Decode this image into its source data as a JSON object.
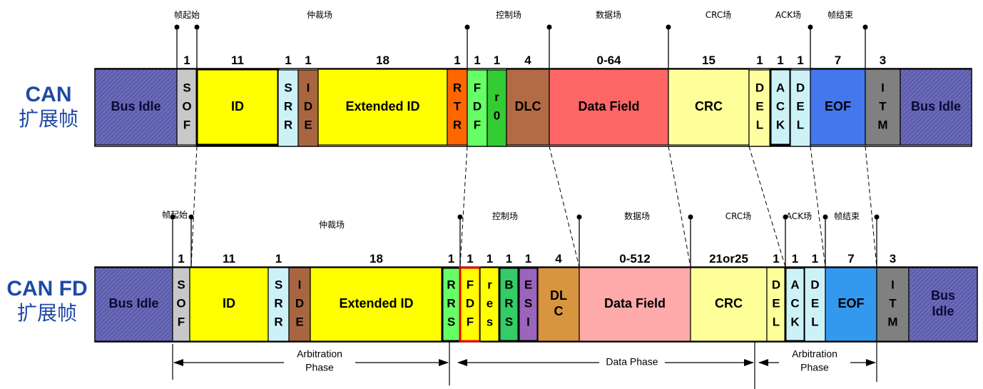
{
  "colors": {
    "bus_idle": "#6a6ab8",
    "sof": "#c8c8c8",
    "id": "#ffff00",
    "srr": "#ccf2f8",
    "ide": "#a86640",
    "ext_id": "#ffff00",
    "rtr": "#ff6600",
    "fdf": "#66ff66",
    "r0": "#33cc33",
    "dlc": "#b36b45",
    "data": "#ff6666",
    "crc": "#ffff99",
    "del": "#ffffa0",
    "ack": "#ccf2f8",
    "eof": "#4477ee",
    "itm": "#808080",
    "fd_rrs": "#66ff66",
    "fd_fdf": "#ffff00",
    "fd_brs": "#33cc66",
    "fd_esi": "#9966bb",
    "fd_dlc": "#d99440",
    "fd_data": "#ffaaaa",
    "fd_del": "#ffff99",
    "fd_eof": "#3399ee",
    "highlight": "#ee0000",
    "label": "#1f4aa6"
  },
  "can": {
    "label_en": "CAN",
    "label_cn": "扩展帧",
    "fields": [
      {
        "id": "bus-idle-left",
        "label": "Bus Idle",
        "bits": "",
        "color": "bus_idle"
      },
      {
        "id": "sof",
        "label": "SOF",
        "bits": "1",
        "color": "sof",
        "vertical": true
      },
      {
        "id": "id",
        "label": "ID",
        "bits": "11",
        "color": "id"
      },
      {
        "id": "srr",
        "label": "SRR",
        "bits": "1",
        "color": "srr",
        "vertical": true
      },
      {
        "id": "ide",
        "label": "IDE",
        "bits": "1",
        "color": "ide",
        "vertical": true
      },
      {
        "id": "extended-id",
        "label": "Extended ID",
        "bits": "18",
        "color": "ext_id"
      },
      {
        "id": "rtr",
        "label": "RTR",
        "bits": "1",
        "color": "rtr",
        "vertical": true
      },
      {
        "id": "fdf",
        "label": "FDF",
        "bits": "1",
        "color": "fdf",
        "vertical": true
      },
      {
        "id": "r0",
        "label": "r0",
        "bits": "1",
        "color": "r0",
        "vertical": true
      },
      {
        "id": "dlc",
        "label": "DLC",
        "bits": "4",
        "color": "dlc"
      },
      {
        "id": "data-field",
        "label": "Data Field",
        "bits": "0-64",
        "color": "data"
      },
      {
        "id": "crc",
        "label": "CRC",
        "bits": "15",
        "color": "crc"
      },
      {
        "id": "crc-del",
        "label": "DEL",
        "bits": "1",
        "color": "del",
        "vertical": true
      },
      {
        "id": "ack",
        "label": "ACK",
        "bits": "1",
        "color": "ack",
        "vertical": true
      },
      {
        "id": "ack-del",
        "label": "DEL",
        "bits": "1",
        "color": "ack",
        "vertical": true
      },
      {
        "id": "eof",
        "label": "EOF",
        "bits": "7",
        "color": "eof"
      },
      {
        "id": "itm",
        "label": "ITM",
        "bits": "3",
        "color": "itm",
        "vertical": true
      },
      {
        "id": "bus-idle-right",
        "label": "Bus Idle",
        "bits": "",
        "color": "bus_idle"
      }
    ],
    "segments": [
      "帧起始",
      "仲裁场",
      "控制场",
      "数据场",
      "CRC场",
      "ACK场",
      "帧结束"
    ]
  },
  "canfd": {
    "label_en": "CAN FD",
    "label_cn": "扩展帧",
    "fields": [
      {
        "id": "bus-idle-left",
        "label": "Bus Idle",
        "bits": "",
        "color": "bus_idle"
      },
      {
        "id": "sof",
        "label": "SOF",
        "bits": "1",
        "color": "sof",
        "vertical": true
      },
      {
        "id": "id",
        "label": "ID",
        "bits": "11",
        "color": "id"
      },
      {
        "id": "srr",
        "label": "SRR",
        "bits": "1",
        "color": "srr",
        "vertical": true
      },
      {
        "id": "ide",
        "label": "IDE",
        "bits": "",
        "color": "ide",
        "vertical": true
      },
      {
        "id": "extended-id",
        "label": "Extended ID",
        "bits": "18",
        "color": "ext_id"
      },
      {
        "id": "rrs",
        "label": "RRS",
        "bits": "1",
        "color": "fd_rrs",
        "vertical": true
      },
      {
        "id": "fdf",
        "label": "FDF",
        "bits": "1",
        "color": "fd_fdf",
        "vertical": true
      },
      {
        "id": "res",
        "label": "res",
        "bits": "1",
        "color": "fd_fdf",
        "vertical": true
      },
      {
        "id": "brs",
        "label": "BRS",
        "bits": "1",
        "color": "fd_brs",
        "vertical": true
      },
      {
        "id": "esi",
        "label": "ESI",
        "bits": "1",
        "color": "fd_esi",
        "vertical": true
      },
      {
        "id": "dlc",
        "label": "DLC",
        "bits": "4",
        "color": "fd_dlc"
      },
      {
        "id": "data-field",
        "label": "Data Field",
        "bits": "0-512",
        "color": "fd_data"
      },
      {
        "id": "crc",
        "label": "CRC",
        "bits": "21or25",
        "color": "crc"
      },
      {
        "id": "crc-del",
        "label": "DEL",
        "bits": "1",
        "color": "fd_del",
        "vertical": true
      },
      {
        "id": "ack",
        "label": "ACK",
        "bits": "1",
        "color": "ack",
        "vertical": true
      },
      {
        "id": "ack-del",
        "label": "DEL",
        "bits": "1",
        "color": "ack",
        "vertical": true
      },
      {
        "id": "eof",
        "label": "EOF",
        "bits": "7",
        "color": "fd_eof"
      },
      {
        "id": "itm",
        "label": "ITM",
        "bits": "3",
        "color": "itm",
        "vertical": true
      },
      {
        "id": "bus-idle-right",
        "label": "Bus Idle",
        "bits": "",
        "color": "bus_idle"
      }
    ],
    "segments": [
      "帧起始",
      "仲裁场",
      "控制场",
      "数据场",
      "CRC场",
      "ACK场",
      "帧结束"
    ],
    "phases": [
      "Arbitration Phase",
      "Data Phase",
      "Arbitration Phase"
    ]
  }
}
